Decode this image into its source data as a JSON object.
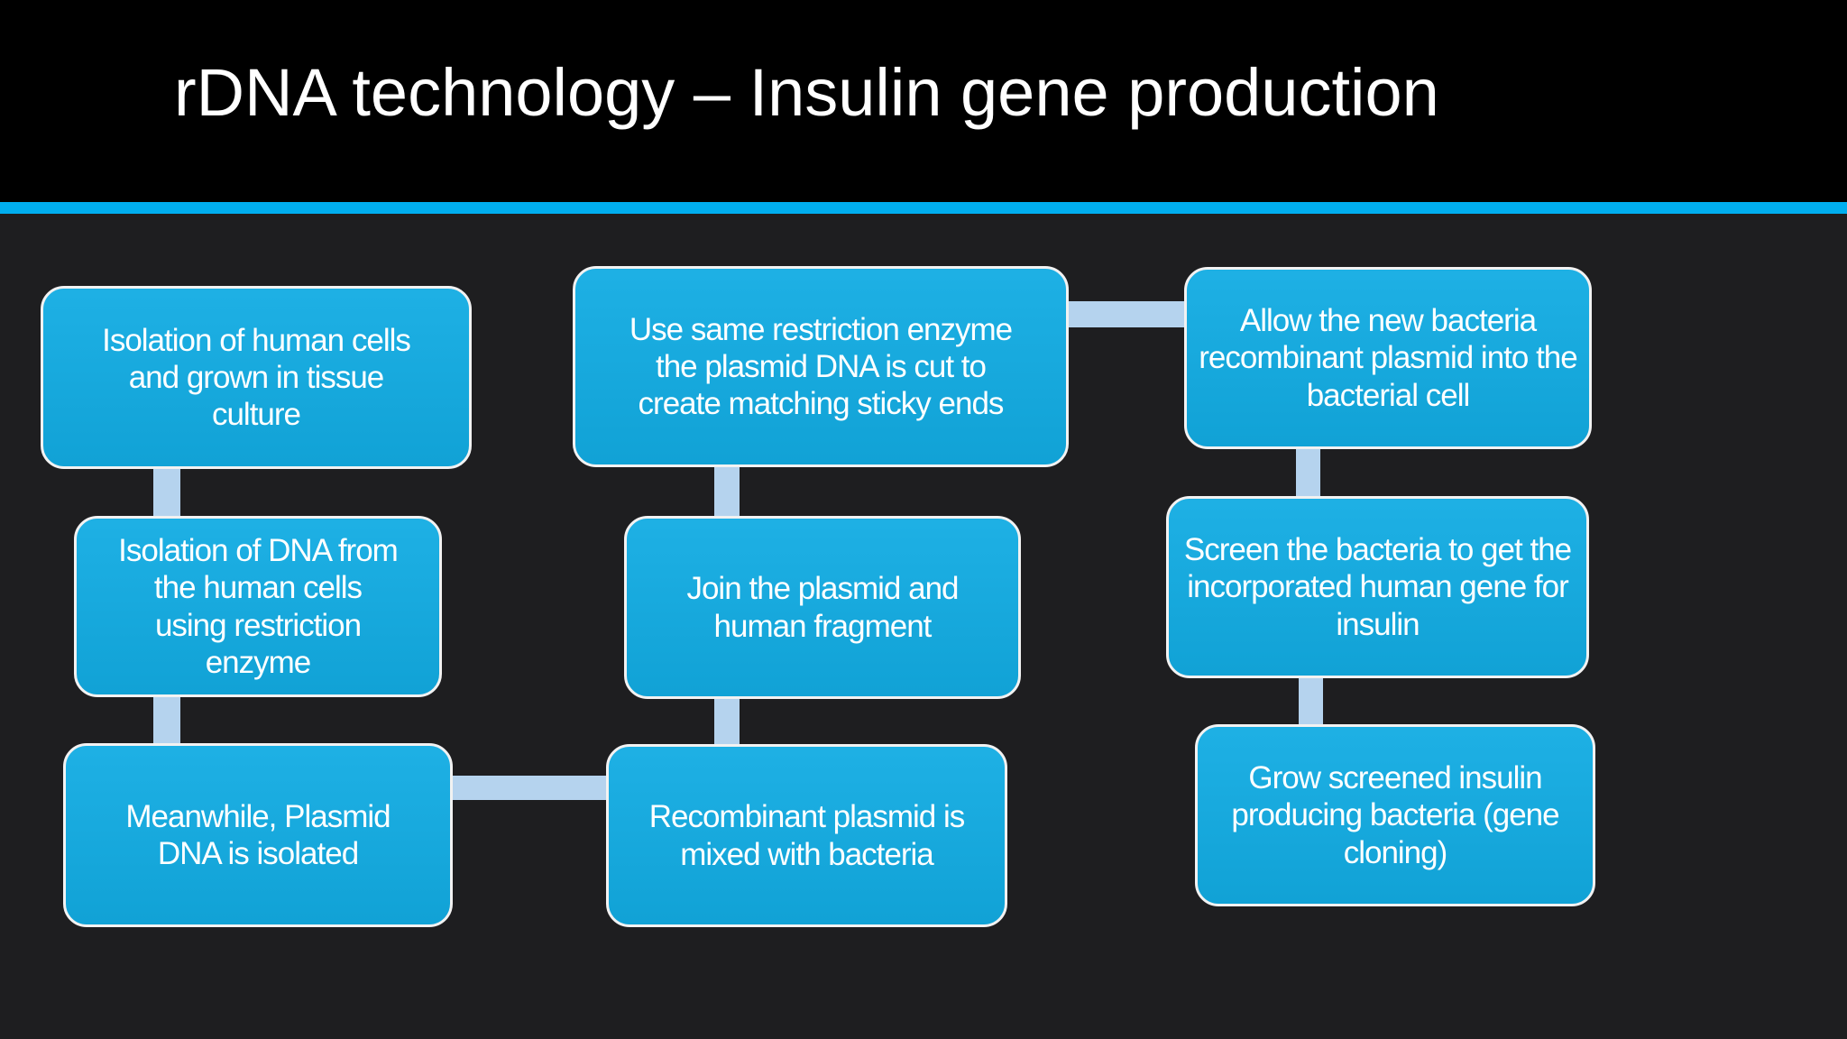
{
  "slide": {
    "title": "rDNA technology – Insulin gene production"
  },
  "colors": {
    "header_bg": "#000000",
    "body_bg": "#1e1e20",
    "divider": "#00aeef",
    "box_fill": "#12ace3",
    "box_border": "#f2f2f2",
    "box_text": "#ffffff",
    "connector": "#b5d3ee",
    "title_text": "#ffffff"
  },
  "flowchart": {
    "steps": [
      {
        "name": "isolate-human-cells",
        "text": "Isolation of human cells\nand grown in tissue\nculture"
      },
      {
        "name": "isolate-dna",
        "text": "Isolation of DNA from\nthe human cells\nusing restriction\nenzyme"
      },
      {
        "name": "isolate-plasmid",
        "text": "Meanwhile, Plasmid\nDNA is isolated"
      },
      {
        "name": "cut-plasmid",
        "text": "Use same restriction enzyme\nthe plasmid DNA is cut to\ncreate matching sticky ends"
      },
      {
        "name": "join-fragments",
        "text": "Join the plasmid and\nhuman fragment"
      },
      {
        "name": "mix-with-bacteria",
        "text": "Recombinant plasmid is\nmixed with bacteria"
      },
      {
        "name": "transform-bacteria",
        "text": "Allow the new bacteria\nrecombinant plasmid into the\nbacterial cell"
      },
      {
        "name": "screen-bacteria",
        "text": "Screen the bacteria to get the\nincorporated human gene for\ninsulin"
      },
      {
        "name": "grow-bacteria",
        "text": "Grow screened insulin\nproducing bacteria (gene\ncloning)"
      }
    ],
    "connections": [
      [
        1,
        2
      ],
      [
        2,
        3
      ],
      [
        3,
        6
      ],
      [
        4,
        5
      ],
      [
        5,
        6
      ],
      [
        4,
        7
      ],
      [
        7,
        8
      ],
      [
        8,
        9
      ]
    ]
  }
}
